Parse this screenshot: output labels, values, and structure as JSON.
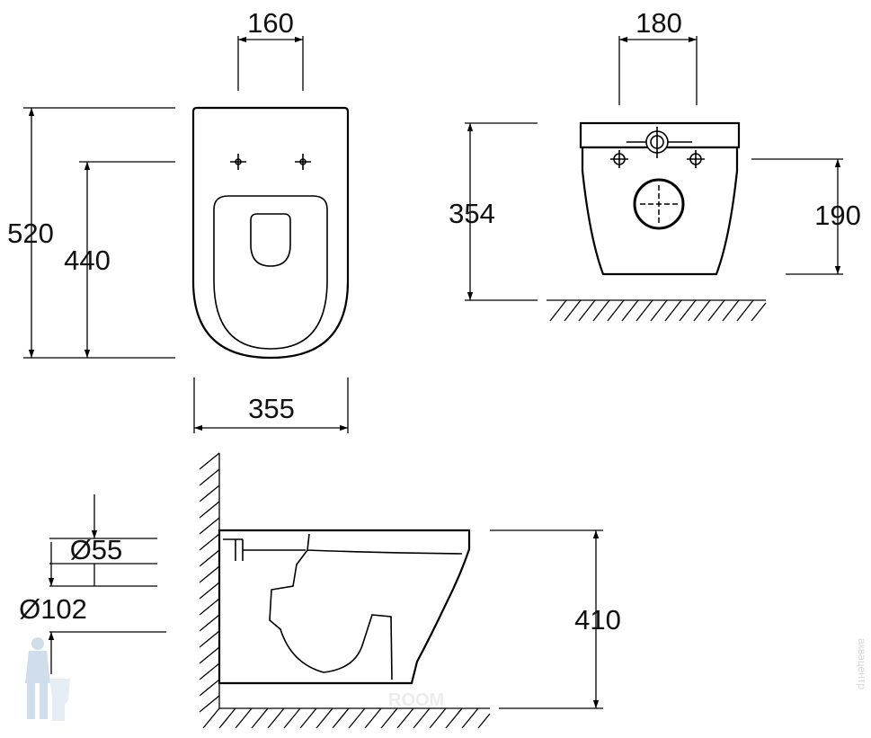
{
  "dimensions": {
    "top_view_hole_spacing": "160",
    "top_view_overall_length": "520",
    "top_view_seat_length": "440",
    "top_view_width": "355",
    "rear_view_hole_spacing": "180",
    "rear_view_height": "354",
    "rear_view_outlet_height": "190",
    "side_view_inlet_diameter": "Ø55",
    "side_view_outlet_diameter": "Ø102",
    "side_view_height": "410"
  },
  "watermarks": {
    "side_text": "аквацентр",
    "room_text": "ROOM"
  }
}
